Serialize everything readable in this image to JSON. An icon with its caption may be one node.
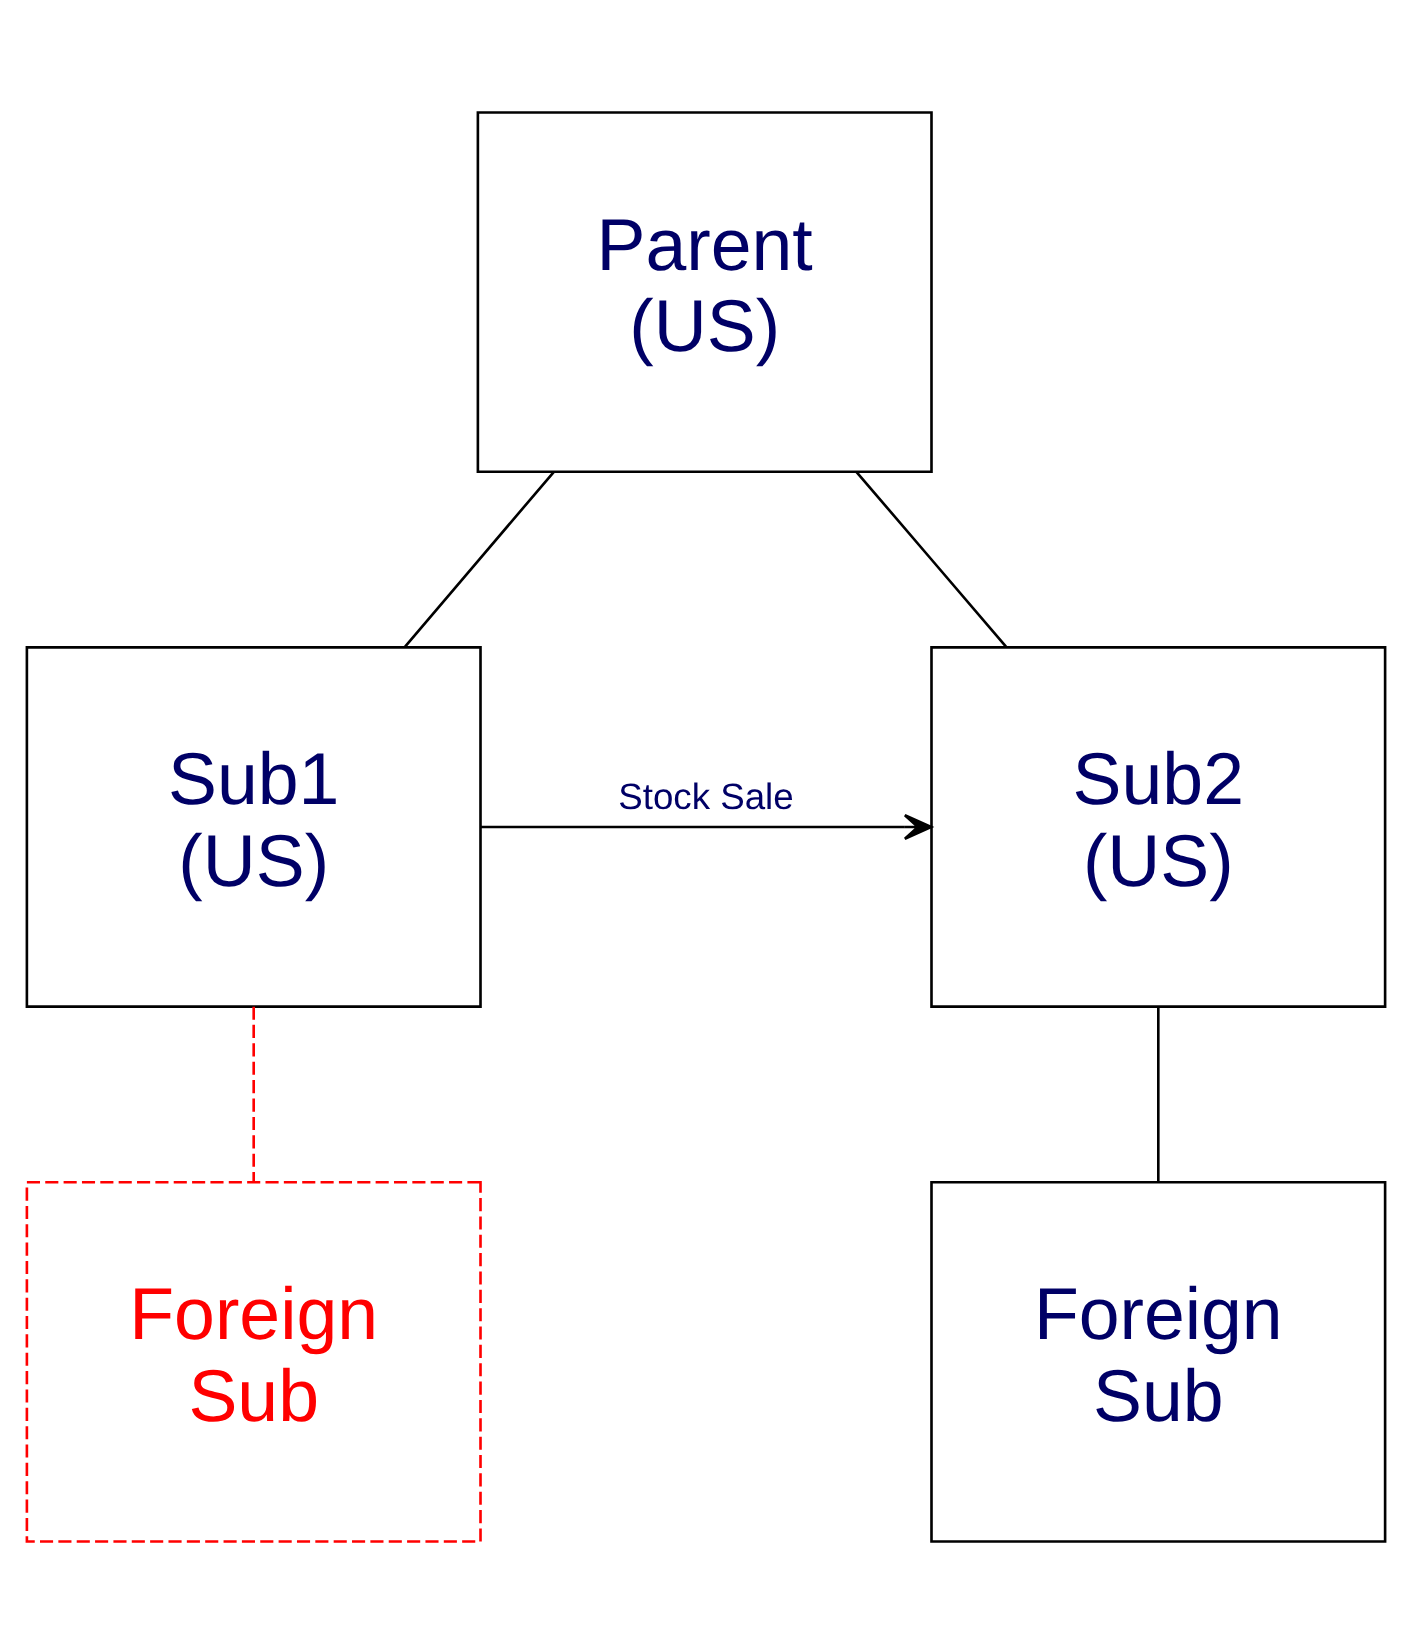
{
  "diagram": {
    "nodes": [
      {
        "text": [
          "Parent (US)"
        ]
      },
      {
        "text": [
          "Sub1 (US)"
        ]
      },
      {
        "text": [
          "Sub2 (US)"
        ]
      },
      {
        "text": [
          "Foreign Sub"
        ]
      },
      {
        "text": [
          "Foreign Sub"
        ]
      }
    ],
    "edges": [
      {
        "from": 0,
        "to": 1,
        "arrow": "none"
      },
      {
        "from": 0,
        "to": 2,
        "arrow": "none"
      },
      {
        "from": 1,
        "to": 2,
        "arrow": "to",
        "label": "Stock Sale"
      },
      {
        "from": 1,
        "to": 3,
        "arrow": "none",
        "style": "dashed",
        "color": "#ff0000"
      },
      {
        "from": 2,
        "to": 4,
        "arrow": "none"
      }
    ]
  }
}
